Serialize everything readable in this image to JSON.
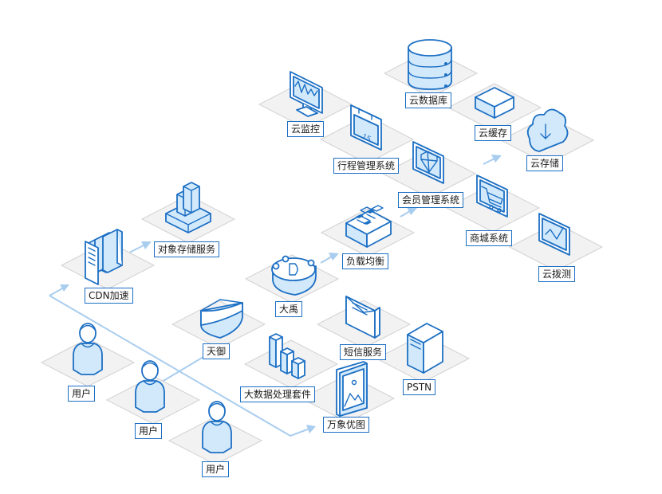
{
  "colors": {
    "accent": "#1c6fc4",
    "icon_fill": "#d2e9fb",
    "tile": "#f2f2f2",
    "flow": "#a9cdee"
  },
  "nodes": {
    "user_1": "用户",
    "user_2": "用户",
    "user_3": "用户",
    "cdn": "CDN加速",
    "object_storage": "对象存储服务",
    "tianyu": "天御",
    "dayu": "大禹",
    "big_data": "大数据处理套件",
    "wanxiang": "万象优图",
    "sms": "短信服务",
    "pstn": "PSTN",
    "load_balance": "负载均衡",
    "monitor": "云监控",
    "schedule": "行程管理系统",
    "member": "会员管理系统",
    "mall": "商城系统",
    "test": "云拨测",
    "database": "云数据库",
    "cache": "云缓存",
    "storage": "云存储"
  },
  "icons": {
    "user": "user-icon",
    "cdn": "books-icon",
    "object_storage": "buildings-icon",
    "tianyu": "shield-icon",
    "dayu": "d-shield-icon",
    "big_data": "bar-columns-icon",
    "wanxiang": "picture-icon",
    "sms": "envelope-icon",
    "pstn": "server-icon",
    "load_balance": "box-grid-icon",
    "monitor": "monitor-icon",
    "schedule": "calendar-icon",
    "member": "diamond-icon",
    "mall": "cart-icon",
    "test": "chart-screen-icon",
    "database": "database-icon",
    "cache": "cube-icon",
    "storage": "cloud-download-icon"
  },
  "calendar_day": "15"
}
